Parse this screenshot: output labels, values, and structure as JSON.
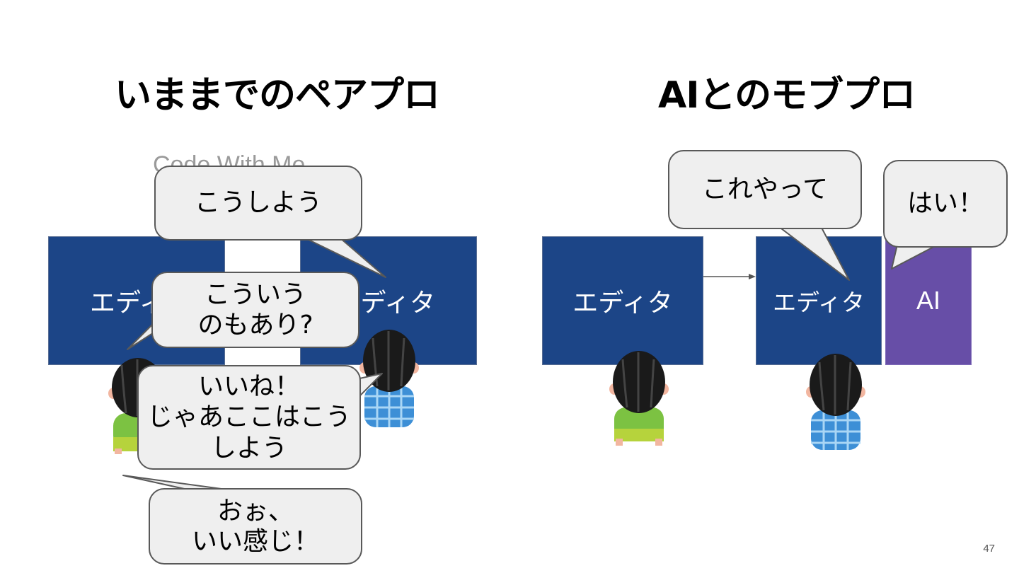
{
  "left": {
    "title": "いままでのペアプロ",
    "faded_text": "Code With Me",
    "editor_left_label": "エディタ",
    "editor_right_label": "エディタ",
    "bubbles": {
      "b1": "こうしよう",
      "b2": "こういう\nのもあり?",
      "b3": "いいね！\nじゃあここはこう\nしよう",
      "b4": "おぉ、\nいい感じ！"
    }
  },
  "right": {
    "title": "AIとのモブプロ",
    "editor_left_label": "エディタ",
    "editor_right_label": "エディタ",
    "ai_label": "AI",
    "bubbles": {
      "b1": "これやって",
      "b2": "はい！"
    }
  },
  "page_number": "47",
  "colors": {
    "editor_blue": "#1c4587",
    "ai_purple": "#674ea7",
    "bubble_fill": "#efefef",
    "shirt_green": "#7cc242",
    "shirt_blue": "#3d8fd6"
  },
  "icons": [
    "person-green-shirt-icon",
    "person-blue-shirt-icon"
  ]
}
